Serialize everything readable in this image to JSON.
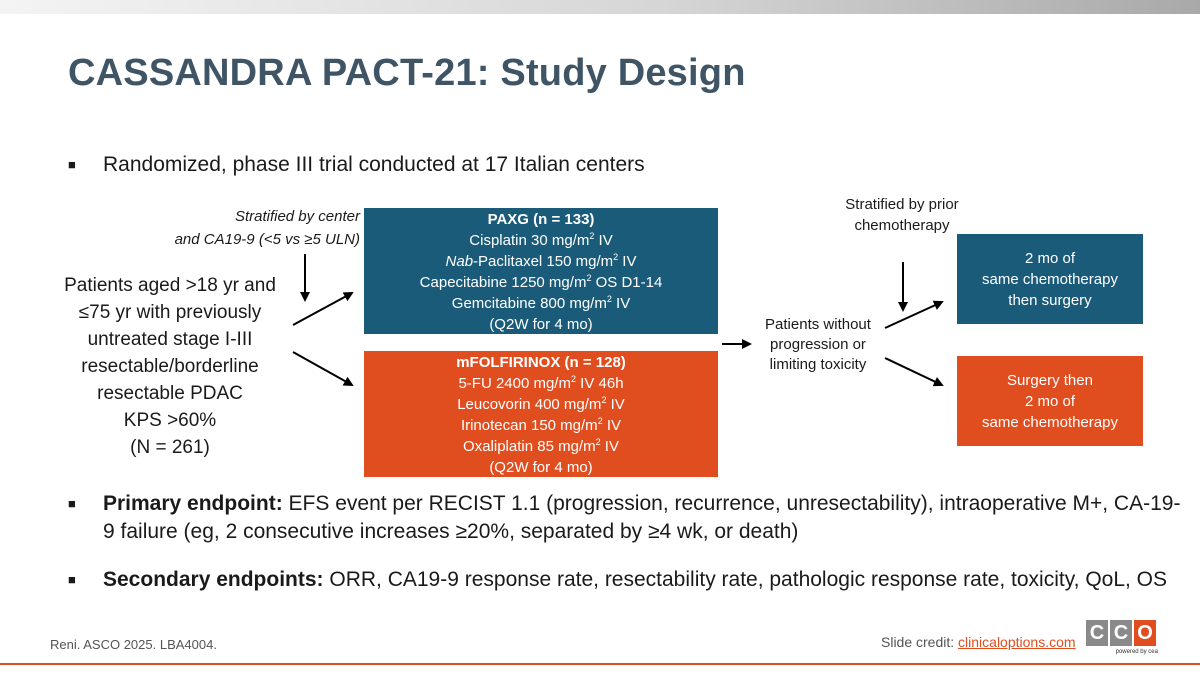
{
  "slide": {
    "title": "CASSANDRA PACT-21: Study Design"
  },
  "bullets": {
    "mark": "■",
    "intro": "Randomized, phase III trial conducted at 17 Italian centers",
    "primary_label": "Primary endpoint:",
    "primary_text": " EFS event per RECIST 1.1 (progression, recurrence, unresectability), intraoperative M+, CA-19-9 failure (eg, 2 consecutive increases ≥20%, separated by ≥4 wk, or death)",
    "secondary_label": "Secondary endpoints:",
    "secondary_text": " ORR, CA19-9 response rate, resectability rate, pathologic response rate, toxicity, QoL, OS"
  },
  "diagram": {
    "stratification_1": [
      "Stratified by center",
      "and CA19-9 (<5 vs ≥5 ULN)"
    ],
    "patients": [
      "Patients aged >18 yr and",
      "≤75 yr with previously",
      "untreated stage I-III",
      "resectable/borderline",
      "resectable PDAC",
      "KPS >60%",
      "(N = 261)"
    ],
    "arm_paxg": {
      "title": "PAXG (n = 133)",
      "drugs": [
        {
          "prefix": "Cisplatin 30 mg/m",
          "sup": "2",
          "suffix": " IV"
        },
        {
          "italic": "Nab",
          "prefix": "-Paclitaxel 150 mg/m",
          "sup": "2",
          "suffix": " IV"
        },
        {
          "prefix": "Capecitabine 1250 mg/m",
          "sup": "2",
          "suffix": " OS D1-14"
        },
        {
          "prefix": "Gemcitabine 800 mg/m",
          "sup": "2",
          "suffix": " IV"
        }
      ],
      "schedule": "(Q2W for 4 mo)"
    },
    "arm_mfolfirinox": {
      "title": "mFOLFIRINOX (n = 128)",
      "drugs": [
        {
          "prefix": "5-FU 2400 mg/m",
          "sup": "2",
          "suffix": " IV 46h"
        },
        {
          "prefix": "Leucovorin 400 mg/m",
          "sup": "2",
          "suffix": " IV"
        },
        {
          "prefix": "Irinotecan 150 mg/m",
          "sup": "2",
          "suffix": " IV"
        },
        {
          "prefix": "Oxaliplatin 85 mg/m",
          "sup": "2",
          "suffix": " IV"
        }
      ],
      "schedule": "(Q2W for 4 mo)"
    },
    "progression_note": [
      "Patients without",
      "progression or",
      "limiting toxicity"
    ],
    "stratification_2": [
      "Stratified by prior",
      "chemotherapy"
    ],
    "outcome_1": [
      "2 mo of",
      "same chemotherapy",
      "then surgery"
    ],
    "outcome_2": [
      "Surgery then",
      "2 mo of",
      "same chemotherapy"
    ],
    "colors": {
      "teal": "#1b5b7a",
      "orange": "#e04e20",
      "title": "#3f5566"
    }
  },
  "footer": {
    "citation": "Reni. ASCO 2025. LBA4004.",
    "credit_prefix": "Slide credit: ",
    "credit_link": "clinicaloptions.com",
    "logo_letters": [
      "C",
      "C",
      "O"
    ],
    "logo_powered": "powered by cea"
  }
}
